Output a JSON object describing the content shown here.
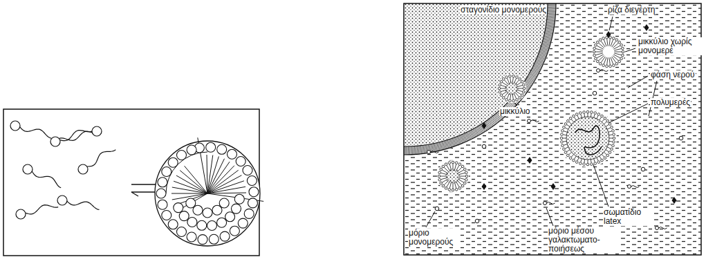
{
  "diagram": {
    "labels": [
      "σταγονίδιο μονομερούς",
      "ρίζα διεγέρτη",
      "μικκύλιο χωρίς μονομερέ",
      "φάση νερού",
      "πολυμερές",
      "μικκύλιο",
      "σωματίδιο latex",
      "μόριο μονομερούς",
      "μόριο μέσου γαλακτωματο- ποιήσεως"
    ]
  }
}
